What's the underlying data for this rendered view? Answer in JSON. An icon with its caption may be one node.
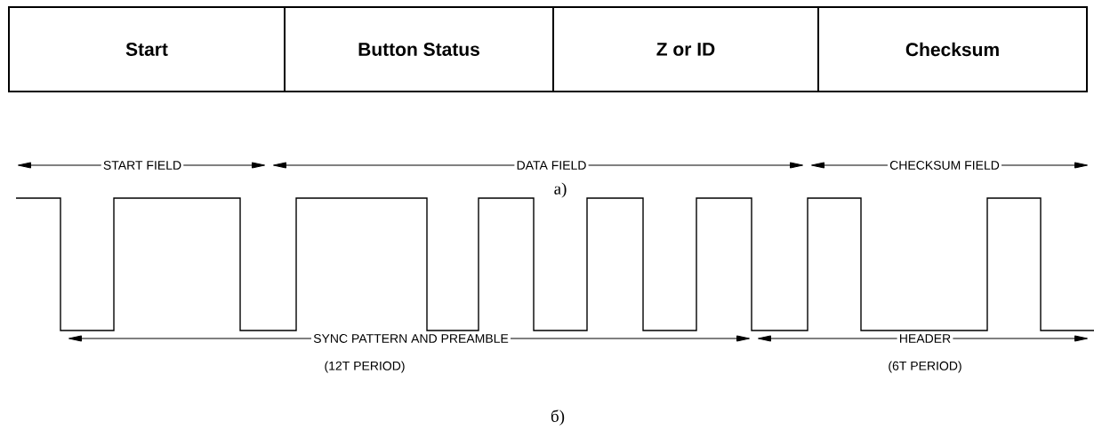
{
  "diagram": {
    "nodes": [
      {
        "text": [
          "Start"
        ]
      },
      {
        "text": [
          "Button Status"
        ]
      },
      {
        "text": [
          "Z or ID"
        ]
      },
      {
        "text": [
          "Checksum"
        ]
      }
    ],
    "labels": [
      "START FIELD",
      "DATA FIELD",
      "CHECKSUM FIELD",
      "а)",
      "SYNC PATTERN AND PREAMBLE",
      "HEADER",
      "(12T PERIOD)",
      "(6T PERIOD)",
      "б)"
    ]
  }
}
